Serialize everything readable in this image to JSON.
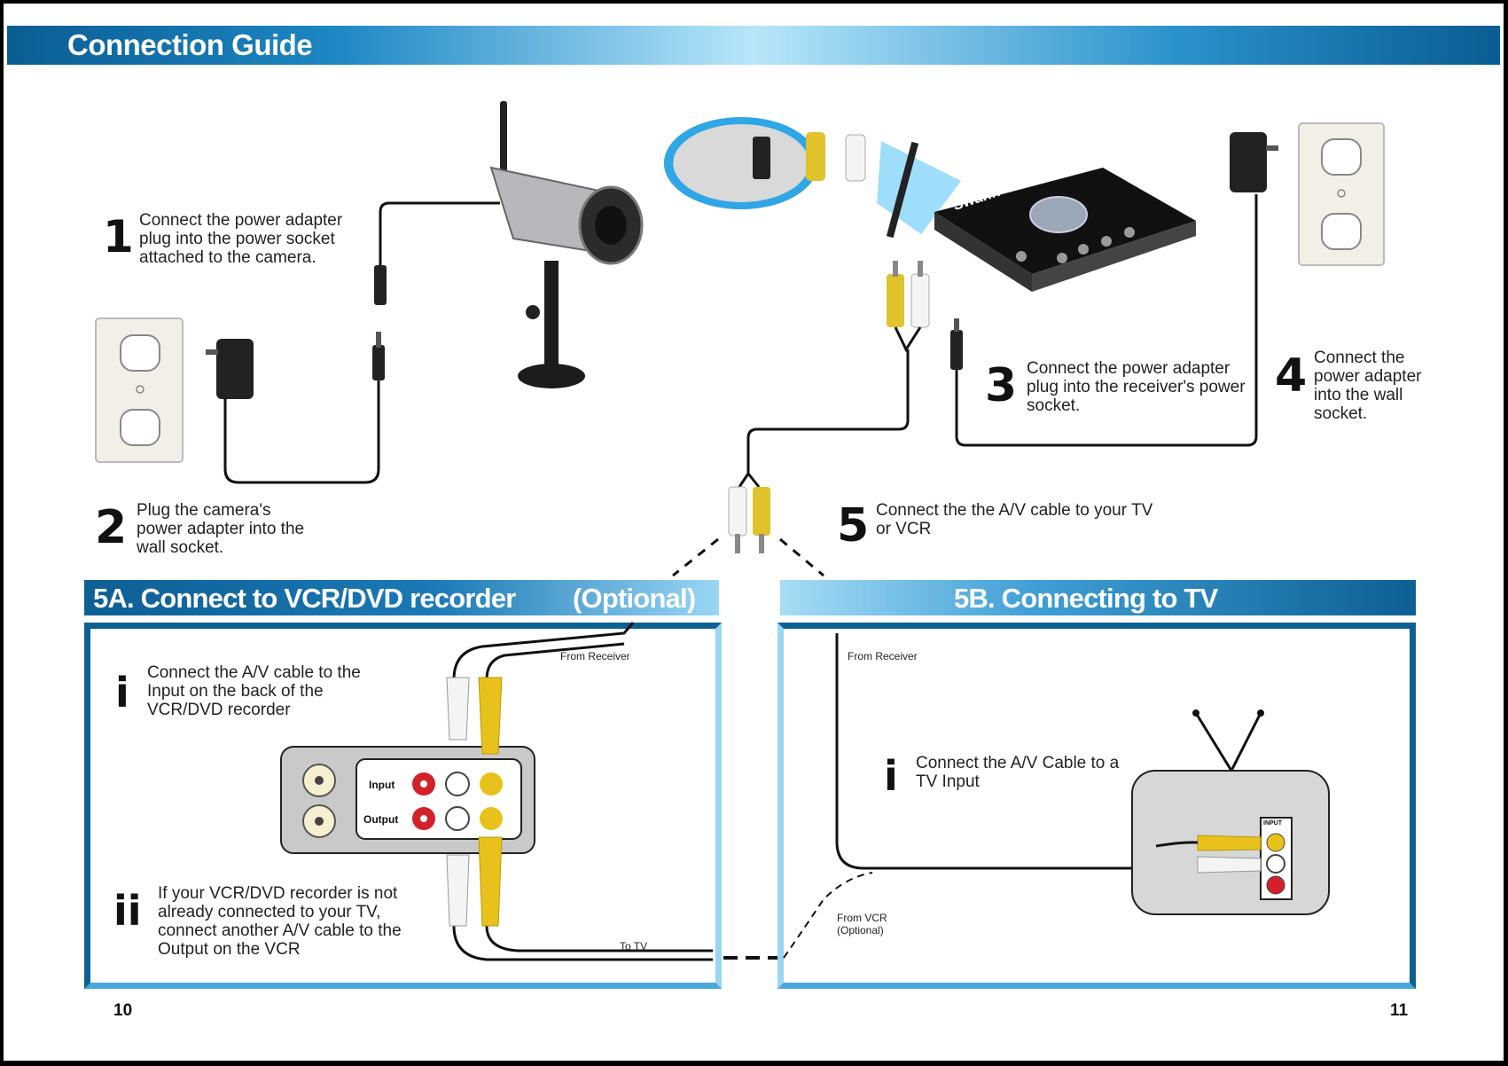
{
  "header": {
    "title": "Connection Guide"
  },
  "brand": {
    "logo": "Swann"
  },
  "steps": [
    {
      "num": "1",
      "text": "Connect the power adapter plug into the power socket attached to the camera."
    },
    {
      "num": "2",
      "text": "Plug the camera's power adapter into the wall socket."
    },
    {
      "num": "3",
      "text": "Connect the power adapter plug into the receiver's power socket."
    },
    {
      "num": "4",
      "text": "Connect the power adapter into the wall socket."
    },
    {
      "num": "5",
      "text": "Connect the the A/V cable to your TV or VCR"
    }
  ],
  "section_a": {
    "title": "5A. Connect to VCR/DVD recorder",
    "optional": "(Optional)",
    "steps": [
      {
        "num": "i",
        "text": "Connect the A/V cable to the Input on the back of the VCR/DVD recorder"
      },
      {
        "num": "ii",
        "text": "If your VCR/DVD recorder is not already connected to your TV, connect another A/V cable to the Output on the VCR"
      }
    ],
    "labels": {
      "from_receiver": "From Receiver",
      "to_tv": "To TV",
      "input": "Input",
      "output": "Output"
    }
  },
  "section_b": {
    "title": "5B. Connecting to TV",
    "steps": [
      {
        "num": "i",
        "text": "Connect the A/V Cable to a TV Input"
      }
    ],
    "labels": {
      "from_receiver": "From Receiver",
      "from_vcr": "From VCR",
      "optional": "(Optional)",
      "tv_input": "INPUT"
    }
  },
  "pages": {
    "left": "10",
    "right": "11"
  },
  "colors": {
    "header_dark": "#0a5d93",
    "header_light": "#b8e6fb",
    "section_border_dark": "#0d5f94",
    "section_border_light": "#8fd0f3",
    "rca_yellow": "#e8c21a",
    "rca_red": "#d4202a"
  },
  "icons": [
    "camera-icon",
    "power-adapter-icon",
    "wall-outlet-icon",
    "receiver-icon",
    "rca-plug-icon",
    "vcr-panel-icon",
    "tv-icon"
  ]
}
